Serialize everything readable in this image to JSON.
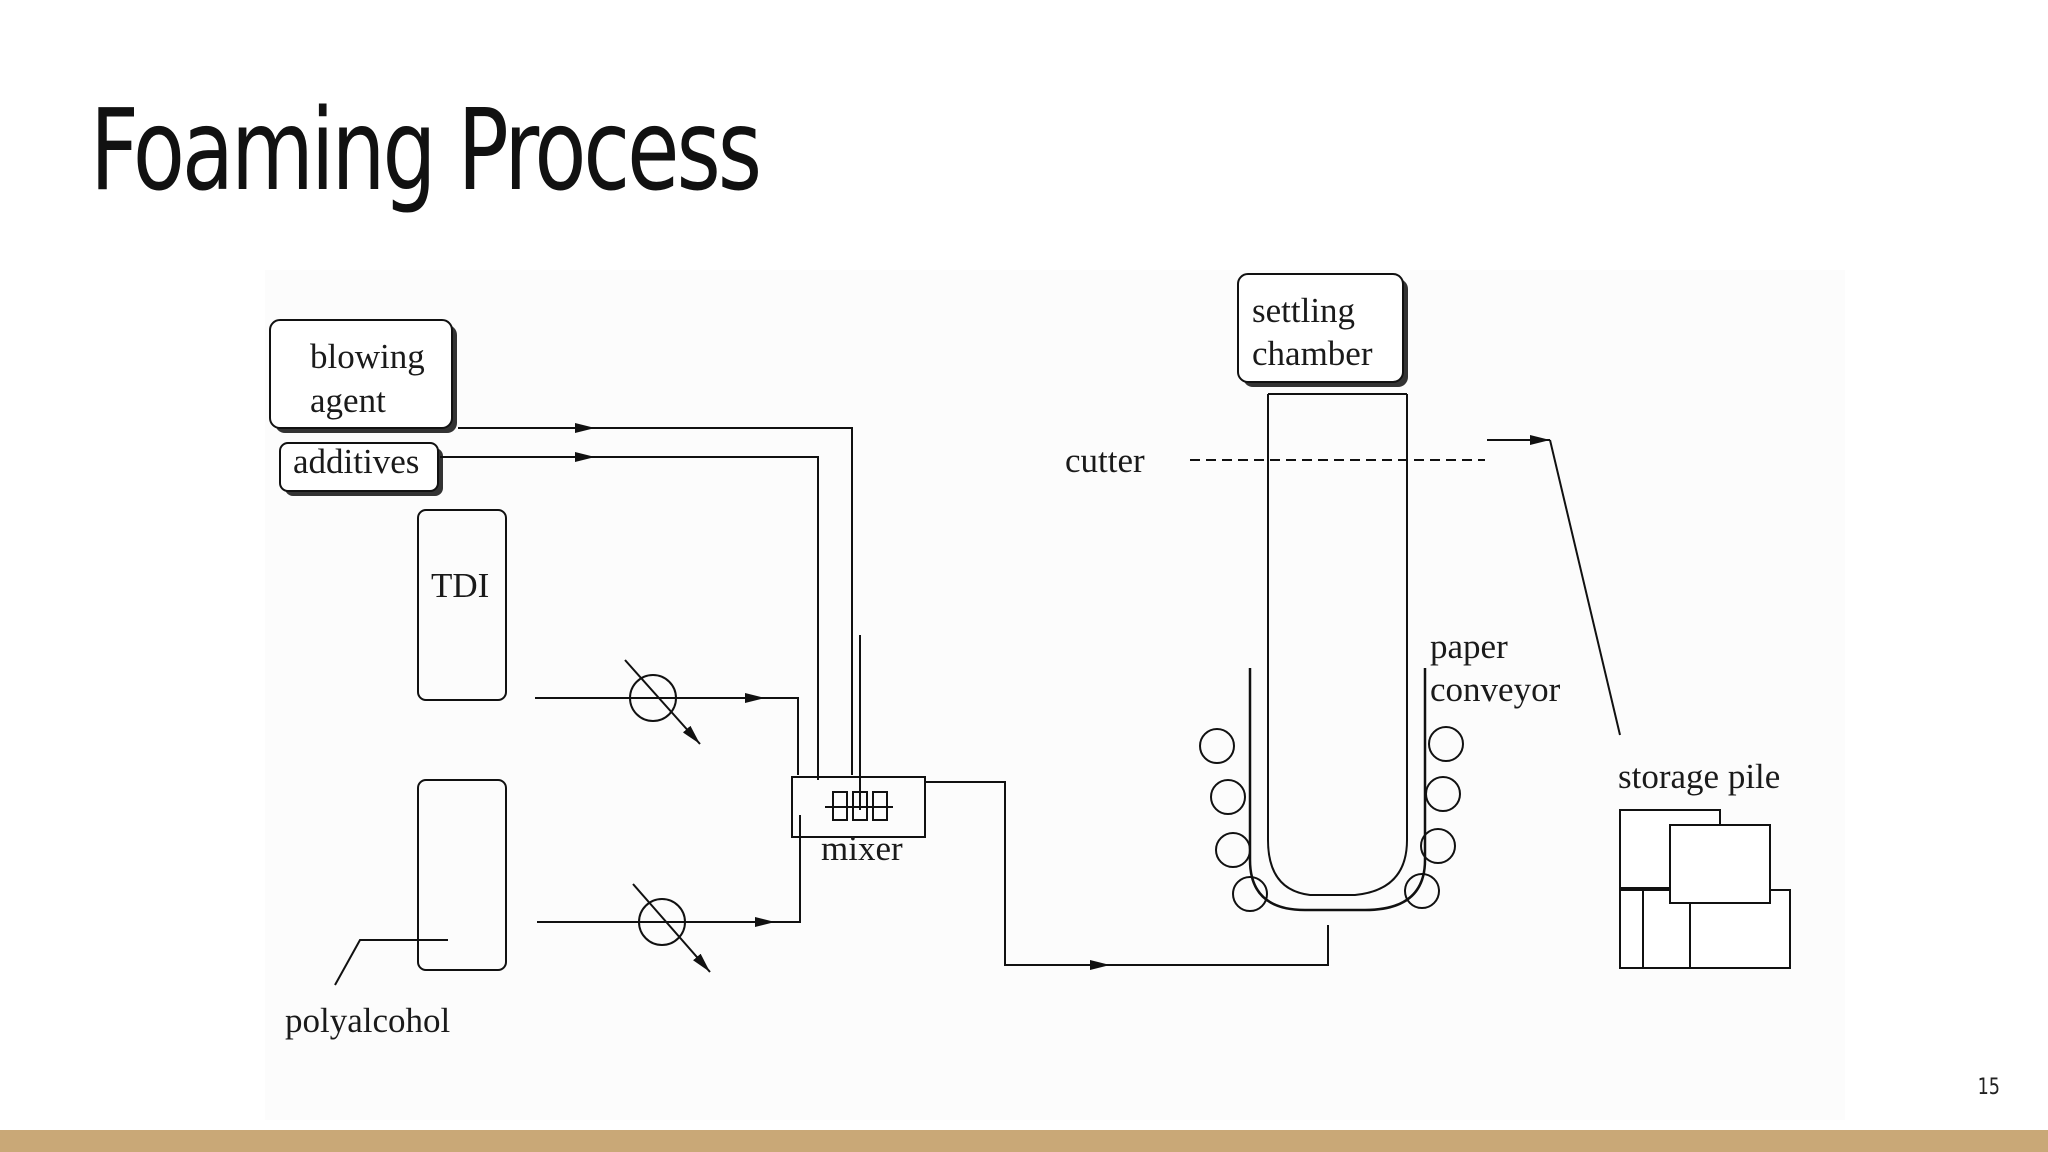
{
  "slide": {
    "title": "Foaming Process",
    "page_number": "15",
    "accent_color": "#c9a877"
  },
  "diagram": {
    "labels": {
      "blowing_agent_line1": "blowing",
      "blowing_agent_line2": "agent",
      "additives": "additives",
      "tdi": "TDI",
      "polyalcohol": "polyalcohol",
      "mixer": "mixer",
      "settling_line1": "settling",
      "settling_line2": "chamber",
      "cutter": "cutter",
      "paper_line1": "paper",
      "paper_line2": "conveyor",
      "storage_pile": "storage pile"
    }
  }
}
